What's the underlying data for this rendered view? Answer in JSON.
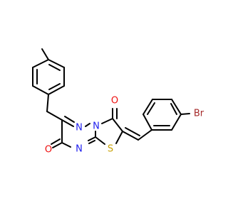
{
  "molecule": {
    "colors": {
      "bond": "#000000",
      "N": "#2020ee",
      "O": "#ee1010",
      "S": "#c7a000",
      "Br": "#a52a2a"
    },
    "atoms": {
      "n_ring_top": "N",
      "n_bridge": "N",
      "n_ring_bottom": "N",
      "o_upper": "O",
      "o_lower": "O",
      "s_thiazole": "S",
      "br": "Br"
    }
  }
}
